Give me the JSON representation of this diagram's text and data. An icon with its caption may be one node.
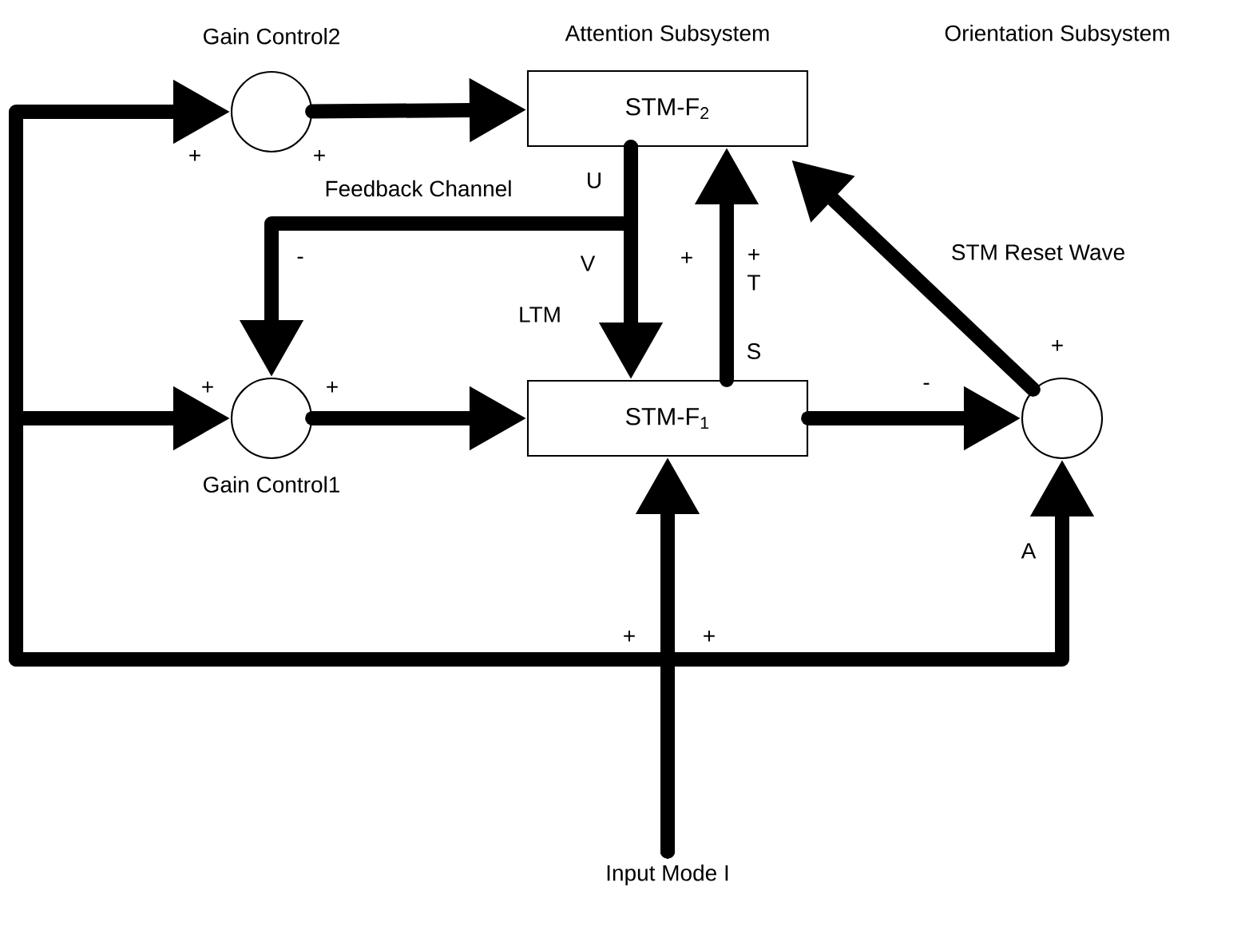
{
  "diagram": {
    "nodes": [
      {
        "text": [
          "Gain Control2"
        ]
      },
      {
        "text": [
          "STM-F$_{2}$"
        ]
      },
      {
        "text": [
          "Gain Control1"
        ]
      },
      {
        "text": [
          "STM-F$_{1}$"
        ]
      },
      {
        "text": [],
        "shape": "circle"
      },
      {
        "text": [
          "Input Mode I"
        ]
      }
    ],
    "edges": [
      {
        "from": 5,
        "to": 0,
        "arrow": "to"
      },
      {
        "from": 5,
        "to": 2,
        "arrow": "to"
      },
      {
        "from": 5,
        "to": 3,
        "arrow": "to"
      },
      {
        "from": 5,
        "to": 4,
        "arrow": "to"
      },
      {
        "from": 0,
        "to": 1,
        "arrow": "to"
      },
      {
        "from": 1,
        "to": 2,
        "arrow": "to",
        "label": "Feedback Channel"
      },
      {
        "from": 1,
        "to": 3,
        "arrow": "to",
        "label": "LTM"
      },
      {
        "from": 2,
        "to": 3,
        "arrow": "to"
      },
      {
        "from": 3,
        "to": 1,
        "arrow": "to"
      },
      {
        "from": 3,
        "to": 4,
        "arrow": "to"
      },
      {
        "from": 4,
        "to": 1,
        "arrow": "to",
        "label": "STM Reset Wave"
      }
    ],
    "labels": [
      "Attention Subsystem",
      "Orientation Subsystem",
      "+",
      "+",
      "U",
      "-",
      "V",
      "+",
      "+",
      "+",
      "+",
      "T",
      "S",
      "-",
      "+",
      "A",
      "+",
      "+"
    ]
  }
}
